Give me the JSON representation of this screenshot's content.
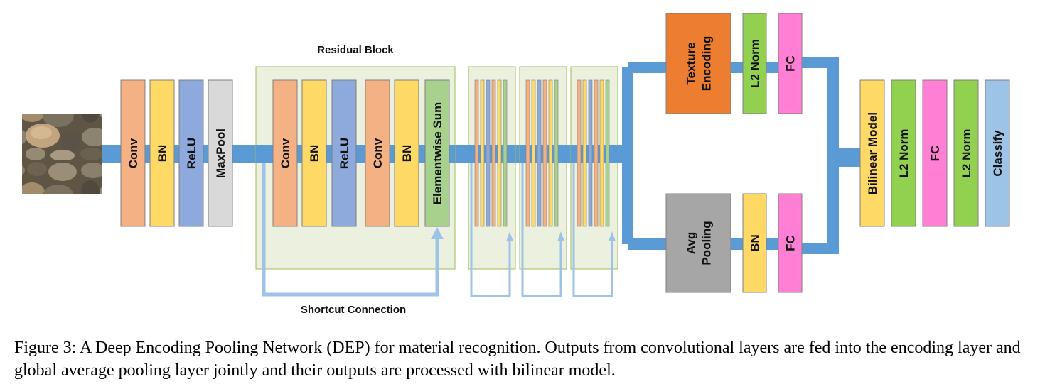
{
  "diagram": {
    "input_image": "river-pebbles-photo",
    "stem": [
      {
        "label": "Conv",
        "color": "#F4B183"
      },
      {
        "label": "BN",
        "color": "#FFD966"
      },
      {
        "label": "ReLU",
        "color": "#8EA9DB"
      },
      {
        "label": "MaxPool",
        "color": "#D9D9D9"
      }
    ],
    "residual_block": {
      "title": "Residual Block",
      "layers": [
        {
          "label": "Conv",
          "color": "#F4B183"
        },
        {
          "label": "BN",
          "color": "#FFD966"
        },
        {
          "label": "ReLU",
          "color": "#8EA9DB"
        },
        {
          "label": "Conv",
          "color": "#F4B183"
        },
        {
          "label": "BN",
          "color": "#FFD966"
        },
        {
          "label": "Elementwise Sum",
          "color": "#A9D18E"
        }
      ],
      "background": "#EBF1DE"
    },
    "shortcut_label": "Shortcut Connection",
    "encoding_branch": [
      {
        "label": "Texture\nEncoding",
        "color": "#ED7D31"
      },
      {
        "label": "L2 Norm",
        "color": "#92D050"
      },
      {
        "label": "FC",
        "color": "#FF7FD4"
      }
    ],
    "pooling_branch": [
      {
        "label": "Avg\nPooling",
        "color": "#A6A6A6"
      },
      {
        "label": "BN",
        "color": "#FFD966"
      },
      {
        "label": "FC",
        "color": "#FF7FD4"
      }
    ],
    "head": [
      {
        "label": "Bilinear Model",
        "color": "#FFD966"
      },
      {
        "label": "L2 Norm",
        "color": "#92D050"
      },
      {
        "label": "FC",
        "color": "#FF7FD4"
      },
      {
        "label": "L2 Norm",
        "color": "#92D050"
      },
      {
        "label": "Classify",
        "color": "#9DC3E6"
      }
    ],
    "colors": {
      "flow": "#5B9BD5",
      "shortcut": "#9DC3E6",
      "box_border": "#7F7F7F"
    }
  },
  "caption": "Figure 3: A Deep Encoding Pooling Network (DEP) for material recognition. Outputs from convolutional layers are fed into the encoding layer and global average pooling layer jointly and their outputs are processed with bilinear model."
}
